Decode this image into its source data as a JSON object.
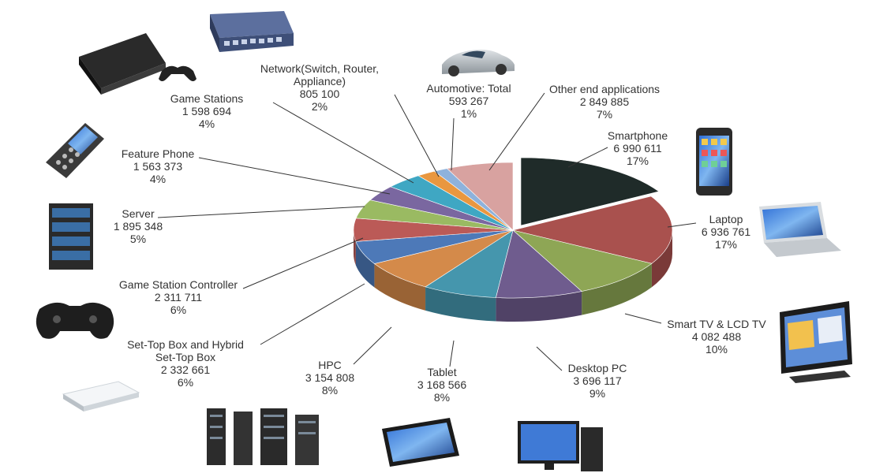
{
  "chart_data": {
    "type": "pie",
    "slices": [
      {
        "label": "Smartphone",
        "value": "6 990 611",
        "pct": "17%",
        "num": 6990611,
        "color": "#1f2b29"
      },
      {
        "label": "Laptop",
        "value": "6 936 761",
        "pct": "17%",
        "num": 6936761,
        "color": "#a9514e"
      },
      {
        "label": "Smart TV & LCD TV",
        "value": "4 082 488",
        "pct": "10%",
        "num": 4082488,
        "color": "#8ea655"
      },
      {
        "label": "Desktop PC",
        "value": "3 696 117",
        "pct": "9%",
        "num": 3696117,
        "color": "#6f5c8e"
      },
      {
        "label": "Tablet",
        "value": "3 168 566",
        "pct": "8%",
        "num": 3168566,
        "color": "#4596ad"
      },
      {
        "label": "HPC",
        "value": "3 154 808",
        "pct": "8%",
        "num": 3154808,
        "color": "#d48a4a"
      },
      {
        "label": "Set-Top Box and Hybrid Set-Top Box",
        "value": "2 332 661",
        "pct": "6%",
        "num": 2332661,
        "color": "#4d79b8"
      },
      {
        "label": "Game Station Controller",
        "value": "2 311 711",
        "pct": "6%",
        "num": 2311711,
        "color": "#bb5a57"
      },
      {
        "label": "Server",
        "value": "1 895 348",
        "pct": "5%",
        "num": 1895348,
        "color": "#9aba62"
      },
      {
        "label": "Feature Phone",
        "value": "1 563 373",
        "pct": "4%",
        "num": 1563373,
        "color": "#7a67a0"
      },
      {
        "label": "Game Stations",
        "value": "1 598 694",
        "pct": "4%",
        "num": 1598694,
        "color": "#3fa7c3"
      },
      {
        "label": "Network(Switch, Router, Appliance)",
        "value": "805 100",
        "pct": "2%",
        "num": 805100,
        "color": "#e9973f"
      },
      {
        "label": "Automotive: Total",
        "value": "593 267",
        "pct": "1%",
        "num": 593267,
        "color": "#8eb2dc"
      },
      {
        "label": "Other end applications",
        "value": "2 849 885",
        "pct": "7%",
        "num": 2849885,
        "color": "#d8a2a0"
      }
    ]
  },
  "callouts": [
    {
      "name": "callout-smartphone",
      "lines": [
        "Smartphone",
        "6 990 611",
        "17%"
      ]
    },
    {
      "name": "callout-laptop",
      "lines": [
        "Laptop",
        "6 936 761",
        "17%"
      ]
    },
    {
      "name": "callout-smart-tv",
      "lines": [
        "Smart TV & LCD TV",
        "4 082 488",
        "10%"
      ]
    },
    {
      "name": "callout-desktop-pc",
      "lines": [
        "Desktop PC",
        "3 696 117",
        "9%"
      ]
    },
    {
      "name": "callout-tablet",
      "lines": [
        "Tablet",
        "3 168 566",
        "8%"
      ]
    },
    {
      "name": "callout-hpc",
      "lines": [
        "HPC",
        "3 154 808",
        "8%"
      ]
    },
    {
      "name": "callout-set-top-box",
      "lines": [
        "Set-Top Box and Hybrid",
        "Set-Top Box",
        "2 332 661",
        "6%"
      ]
    },
    {
      "name": "callout-game-station-controller",
      "lines": [
        "Game Station Controller",
        "2 311 711",
        "6%"
      ]
    },
    {
      "name": "callout-server",
      "lines": [
        "Server",
        "1 895 348",
        "5%"
      ]
    },
    {
      "name": "callout-feature-phone",
      "lines": [
        "Feature Phone",
        "1 563 373",
        "4%"
      ]
    },
    {
      "name": "callout-game-stations",
      "lines": [
        "Game Stations",
        "1 598 694",
        "4%"
      ]
    },
    {
      "name": "callout-network",
      "lines": [
        "Network(Switch, Router,",
        "Appliance)",
        "805 100",
        "2%"
      ]
    },
    {
      "name": "callout-automotive",
      "lines": [
        "Automotive: Total",
        "593 267",
        "1%"
      ]
    },
    {
      "name": "callout-other",
      "lines": [
        "Other end applications",
        "2 849 885",
        "7%"
      ]
    }
  ],
  "icons": [
    "game-console-icon",
    "network-switch-icon",
    "car-icon",
    "smartphone-icon",
    "laptop-icon",
    "tv-icon",
    "feature-phone-icon",
    "server-icon",
    "gamepad-icon",
    "set-top-box-icon",
    "hpc-rack-icon",
    "tablet-icon",
    "desktop-pc-icon"
  ]
}
